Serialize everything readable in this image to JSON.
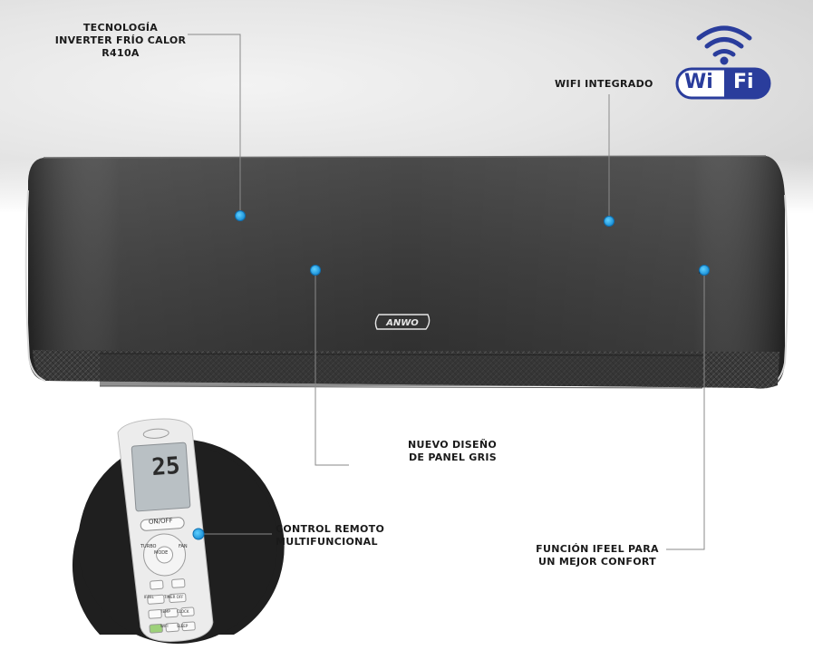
{
  "callouts": {
    "inverter": {
      "line1": "TECNOLOGÍA",
      "line2": "INVERTER FRÍO CALOR",
      "line3": "R410A"
    },
    "wifi": "WIFI INTEGRADO",
    "panel": {
      "line1": "NUEVO DISEÑO",
      "line2": "DE PANEL GRIS"
    },
    "remote": {
      "line1": "CONTROL REMOTO",
      "line2": "MULTIFUNCIONAL"
    },
    "ifeel": {
      "line1": "FUNCIÓN IFEEL PARA",
      "line2": "UN MEJOR CONFORT"
    }
  },
  "wifi_logo": {
    "left": "Wi",
    "right": "Fi"
  },
  "unit_brand": "ANWO",
  "remote": {
    "temperature": "25",
    "buttons": [
      "ON/OFF",
      "MODE",
      "FAN",
      "TURBO",
      "IFEEL",
      "TIMER OFF",
      "TEMP",
      "CLOCK",
      "WIFI",
      "SLEEP"
    ]
  },
  "colors": {
    "accent": "#1a9be0",
    "wifi_blue": "#2a3d9c",
    "unit_body": "#3a3a3a"
  }
}
